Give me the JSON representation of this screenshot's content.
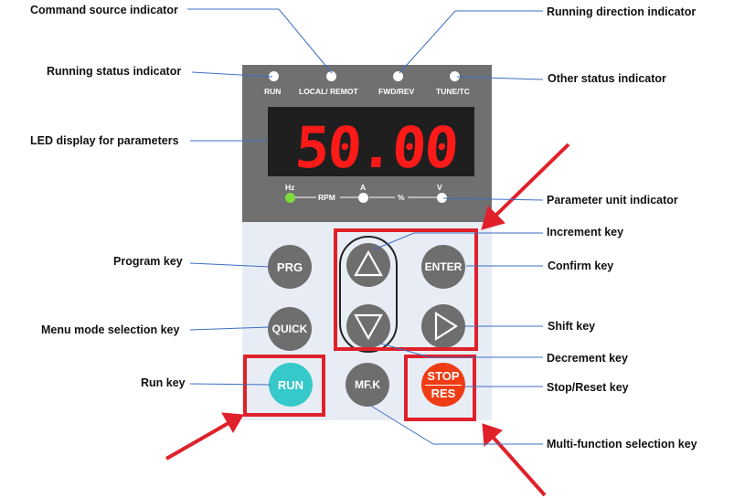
{
  "labels": {
    "command_source_indicator": "Command source indicator",
    "running_direction_indicator": "Running direction indicator",
    "running_status_indicator": "Running status indicator",
    "other_status_indicator": "Other status indicator",
    "led_display": "LED display for parameters",
    "parameter_unit_indicator": "Parameter unit indicator",
    "increment_key": "Increment key",
    "program_key": "Program key",
    "confirm_key": "Confirm key",
    "menu_mode_selection_key": "Menu mode selection key",
    "shift_key": "Shift key",
    "decrement_key": "Decrement key",
    "run_key": "Run key",
    "stop_reset_key": "Stop/Reset key",
    "multi_function_selection_key": "Multi-function selection key"
  },
  "panel": {
    "indicators": {
      "run": "RUN",
      "local_remote": "LOCAL/ REMOT",
      "fwd_rev": "FWD/REV",
      "tune_tc": "TUNE/TC"
    },
    "display_value": "50.00",
    "units": {
      "hz": "Hz",
      "rpm": "RPM",
      "a": "A",
      "percent": "%",
      "v": "V"
    },
    "keys": {
      "prg": "PRG",
      "enter": "ENTER",
      "quick": "QUICK",
      "run": "RUN",
      "mfk": "MF.K",
      "stop": "STOP",
      "res": "RES"
    }
  },
  "colors": {
    "highlight_red": "#e0202a",
    "led_red": "#ff1a1a",
    "run_key": "#35c9c9",
    "stop_key": "#f03c14",
    "hz_led": "#7ddc3c"
  }
}
